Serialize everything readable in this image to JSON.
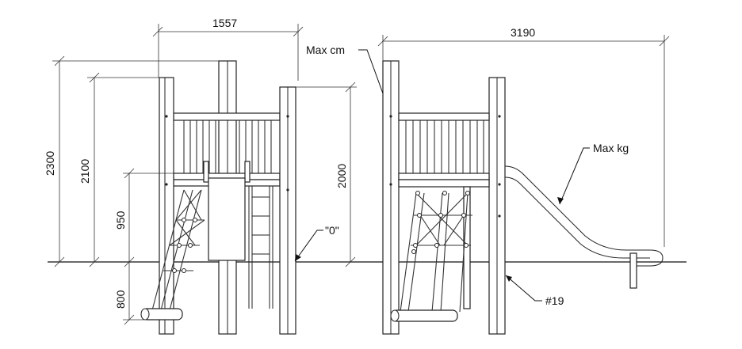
{
  "dimensions": {
    "width_left": "1557",
    "width_right": "3190",
    "height_total": "2300",
    "height_post": "2100",
    "height_platform": "950",
    "height_below_ground": "800",
    "height_right": "2000"
  },
  "callouts": {
    "max_cm": "Max cm",
    "max_kg": "Max kg",
    "ground_zero": "\"0\"",
    "item_number": "#19"
  }
}
